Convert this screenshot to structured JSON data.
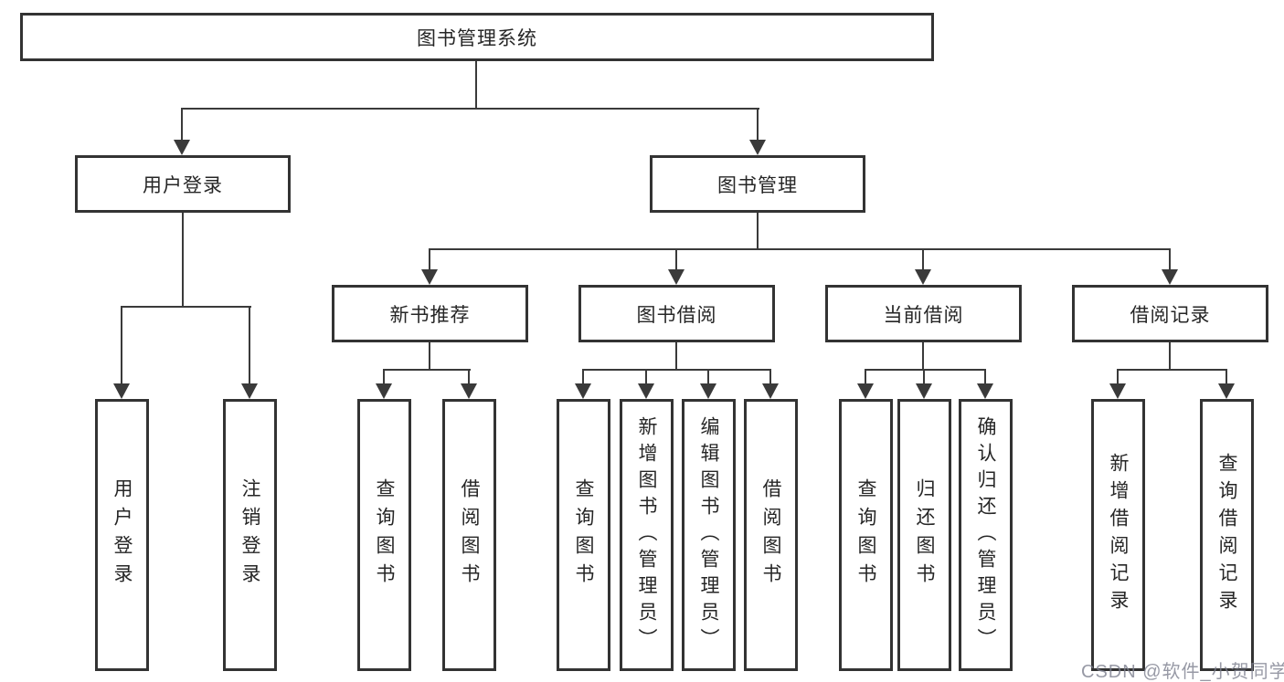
{
  "nodes": {
    "root": "图书管理系统",
    "user_login": "用户登录",
    "book_management": "图书管理",
    "new_book_recommend": "新书推荐",
    "book_borrowing": "图书借阅",
    "current_borrowing": "当前借阅",
    "borrowing_records": "借阅记录",
    "leaf_user_login": "用户登录",
    "leaf_logout": "注销登录",
    "leaf_nbr_query_books": "查询图书",
    "leaf_nbr_borrow_books": "借阅图书",
    "leaf_bb_query_books": "查询图书",
    "leaf_bb_add_books_admin": "新增图书（管理员）",
    "leaf_bb_edit_books_admin": "编辑图书（管理员）",
    "leaf_bb_borrow_books": "借阅图书",
    "leaf_cb_query_books": "查询图书",
    "leaf_cb_return_books": "归还图书",
    "leaf_cb_confirm_return_admin": "确认归还（管理员）",
    "leaf_br_add_record": "新增借阅记录",
    "leaf_br_query_record": "查询借阅记录"
  },
  "watermark": {
    "text": "CSDN @软件_小贺同学"
  },
  "colors": {
    "line": "#3a3a3a",
    "box_border": "#333333",
    "text": "#262626",
    "watermark": "#7d7f8e",
    "background": "#ffffff"
  }
}
